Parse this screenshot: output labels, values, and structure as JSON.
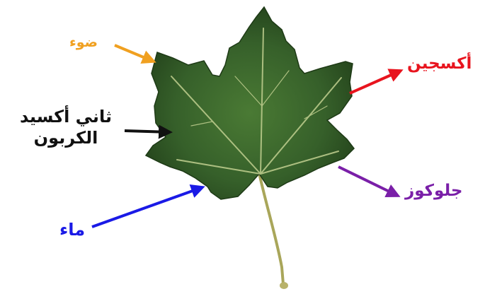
{
  "labels": {
    "light": "ضوء",
    "oxygen": "أكسجين",
    "co2_line1": "ثاني أكسيد",
    "co2_line2": "الكربون",
    "glucose": "جلوكوز",
    "water": "ماء"
  },
  "colors": {
    "light": "#f0a020",
    "oxygen": "#e8141e",
    "co2": "#111111",
    "glucose": "#7a1fa8",
    "water": "#1a1ae6",
    "leaf_dark": "#23401a",
    "leaf_mid": "#3c6a2c",
    "leaf_vein": "#b9c98a",
    "stem": "#a9a65a"
  }
}
